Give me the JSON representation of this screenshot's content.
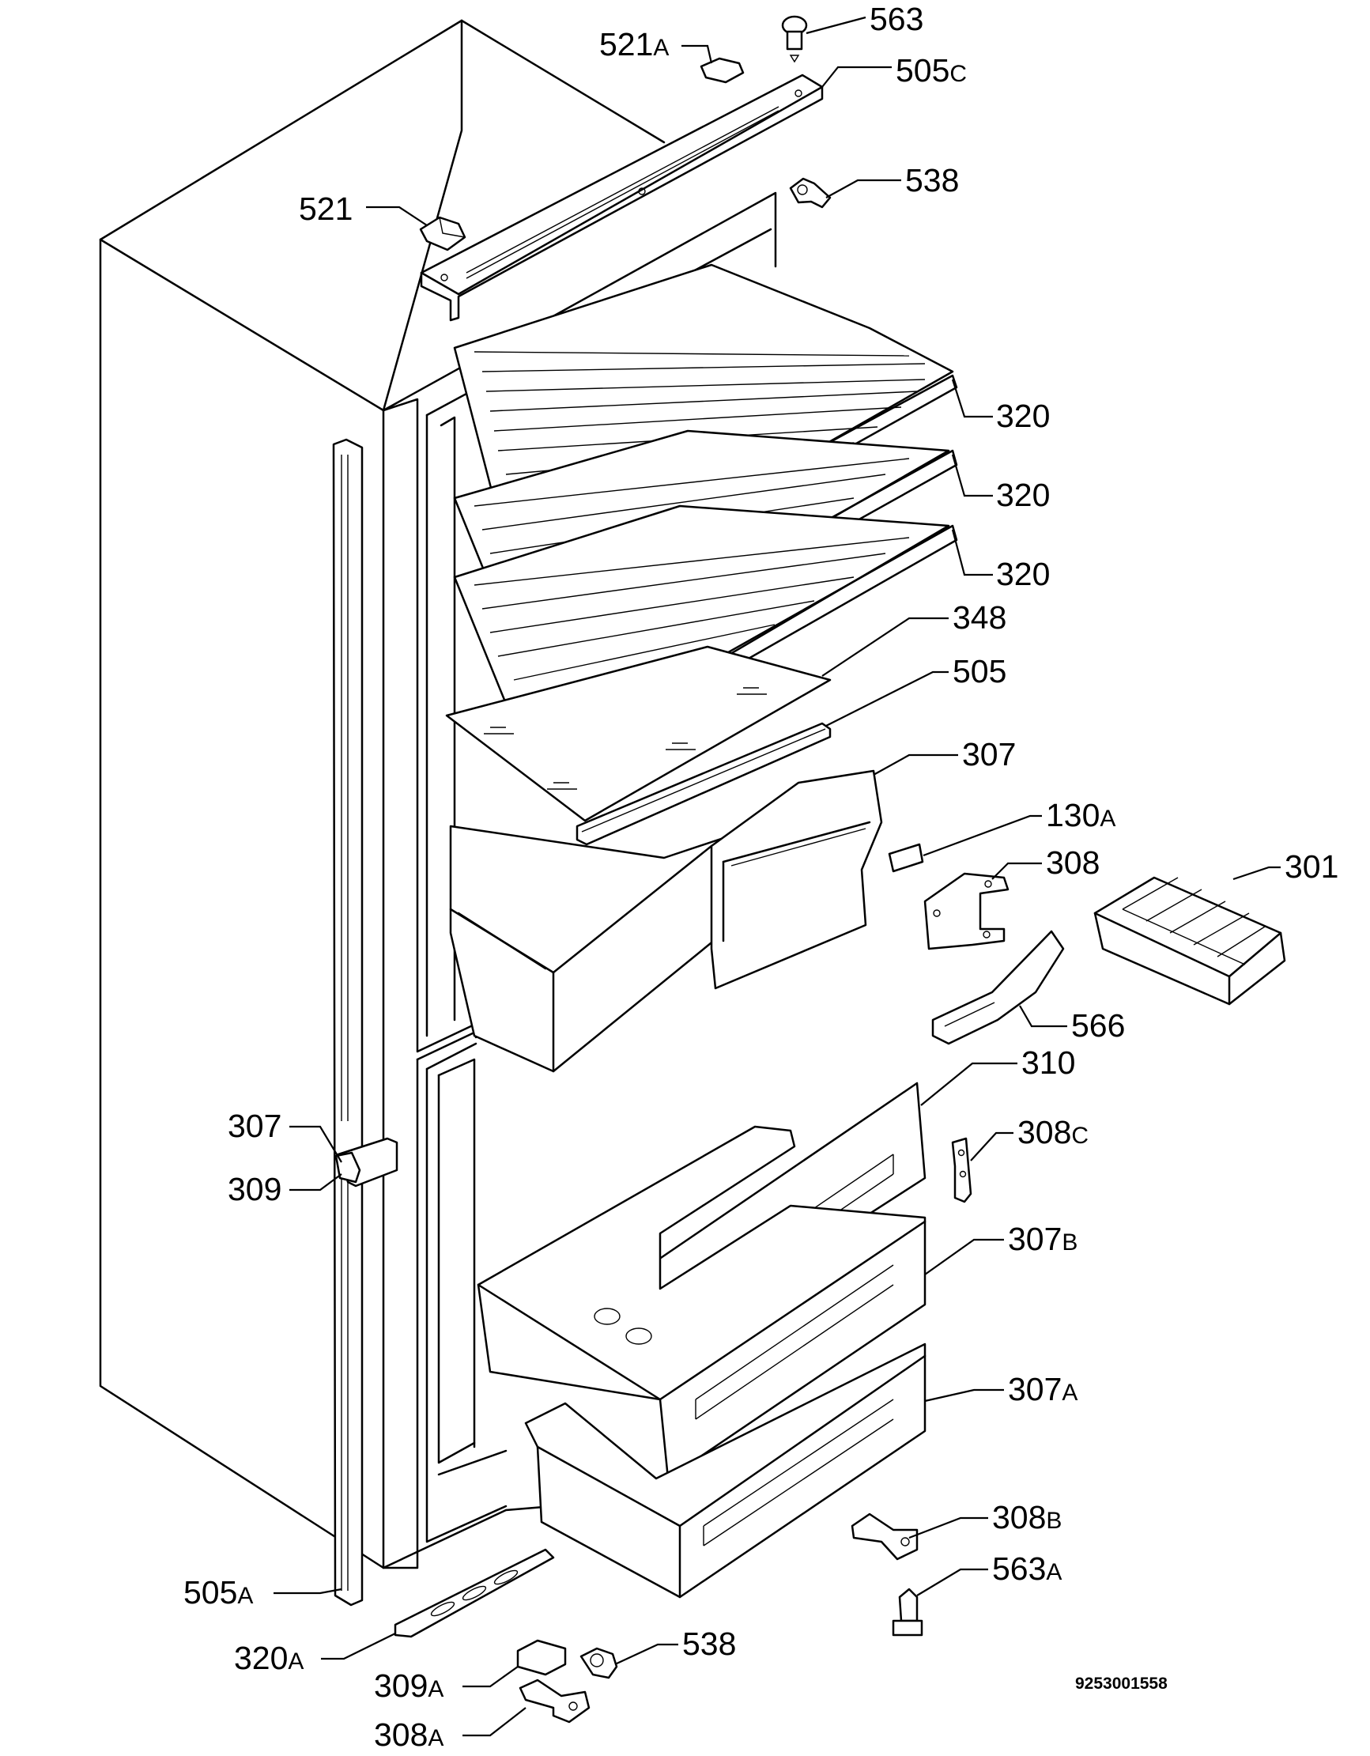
{
  "callouts": [
    {
      "id": "c563",
      "number": "563",
      "suffix": ""
    },
    {
      "id": "c521a",
      "number": "521",
      "suffix": "A"
    },
    {
      "id": "c505c",
      "number": "505",
      "suffix": "C"
    },
    {
      "id": "c521",
      "number": "521",
      "suffix": ""
    },
    {
      "id": "c538t",
      "number": "538",
      "suffix": ""
    },
    {
      "id": "c320a1",
      "number": "320",
      "suffix": ""
    },
    {
      "id": "c320a2",
      "number": "320",
      "suffix": ""
    },
    {
      "id": "c320a3",
      "number": "320",
      "suffix": ""
    },
    {
      "id": "c348",
      "number": "348",
      "suffix": ""
    },
    {
      "id": "c505",
      "number": "505",
      "suffix": ""
    },
    {
      "id": "c307t",
      "number": "307",
      "suffix": ""
    },
    {
      "id": "c130a",
      "number": "130",
      "suffix": "A"
    },
    {
      "id": "c308",
      "number": "308",
      "suffix": ""
    },
    {
      "id": "c301",
      "number": "301",
      "suffix": ""
    },
    {
      "id": "c566",
      "number": "566",
      "suffix": ""
    },
    {
      "id": "c310",
      "number": "310",
      "suffix": ""
    },
    {
      "id": "c307l",
      "number": "307",
      "suffix": ""
    },
    {
      "id": "c308c",
      "number": "308",
      "suffix": "C"
    },
    {
      "id": "c309",
      "number": "309",
      "suffix": ""
    },
    {
      "id": "c307b",
      "number": "307",
      "suffix": "B"
    },
    {
      "id": "c307a",
      "number": "307",
      "suffix": "A"
    },
    {
      "id": "c308b",
      "number": "308",
      "suffix": "B"
    },
    {
      "id": "c563a",
      "number": "563",
      "suffix": "A"
    },
    {
      "id": "c505a",
      "number": "505",
      "suffix": "A"
    },
    {
      "id": "c320al",
      "number": "320",
      "suffix": "A"
    },
    {
      "id": "c538b",
      "number": "538",
      "suffix": ""
    },
    {
      "id": "c309a",
      "number": "309",
      "suffix": "A"
    },
    {
      "id": "c308a",
      "number": "308",
      "suffix": "A"
    }
  ],
  "document_number": "9253001558"
}
